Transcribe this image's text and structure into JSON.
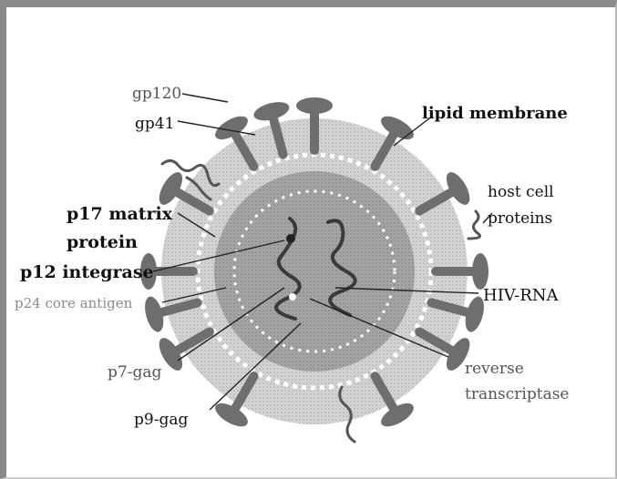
{
  "diagram": {
    "labels": {
      "gp120": "gp120",
      "gp41": "gp41",
      "lipid_membrane": "lipid membrane",
      "host_cell_line1": "host cell",
      "host_cell_line2": "proteins",
      "p17_line1": "p17 matrix",
      "p17_line2": "protein",
      "p12": "p12 integrase",
      "p24": "p24 core antigen",
      "hiv_rna": "HIV-RNA",
      "p7": "p7-gag",
      "p9": "p9-gag",
      "rt_line1": "reverse",
      "rt_line2": "transcriptase"
    },
    "colors": {
      "outer_shell": "#c9c9c9",
      "core": "#9c9c9c",
      "spike": "#6e6e6e",
      "rna": "#3a3a3a",
      "line": "#222222",
      "gray_label": "#8a8a8a"
    }
  }
}
